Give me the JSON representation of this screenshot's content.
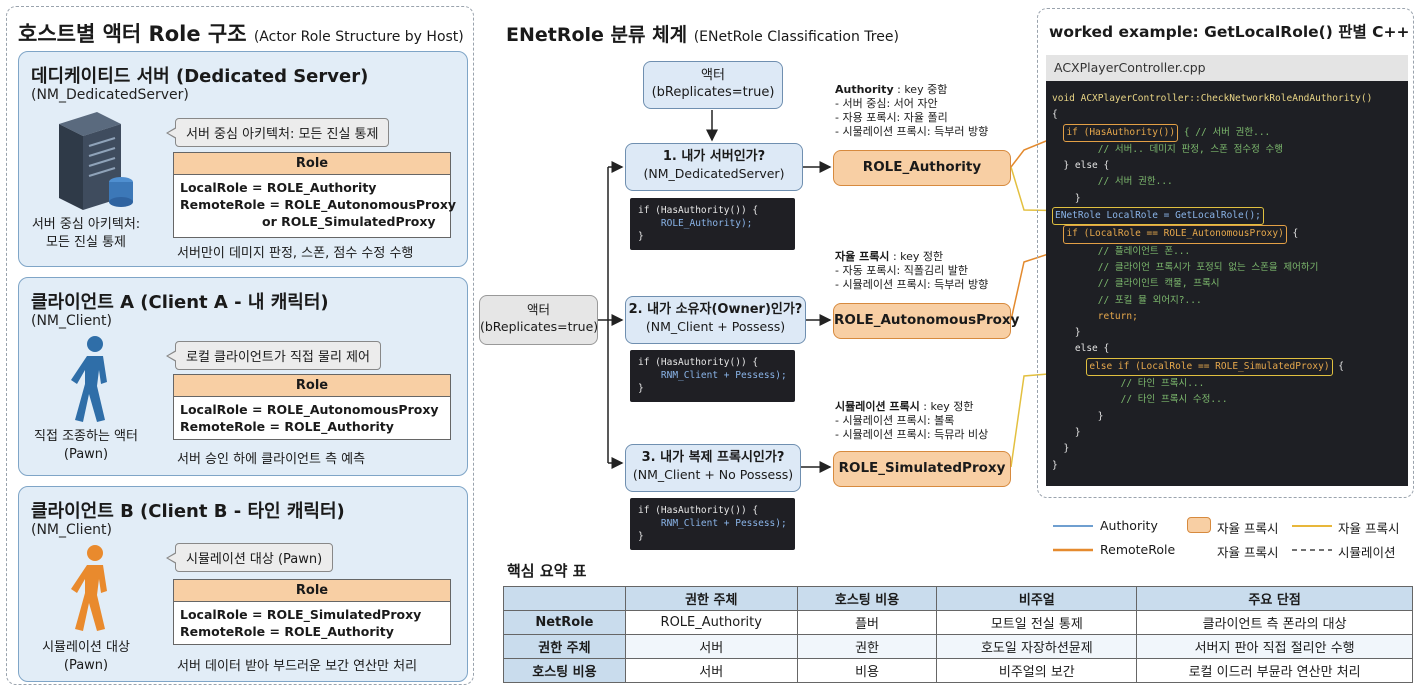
{
  "left": {
    "title": "호스트별 액터 Role 구조",
    "title_sub": "(Actor Role Structure by Host)",
    "role_header": "Role",
    "server": {
      "title": "데디케이티드 서버 (Dedicated Server)",
      "netmode": "(NM_DedicatedServer)",
      "bubble": "서버 중심 아키텍처: 모든 진실 통제",
      "local_role": "LocalRole = ROLE_Authority",
      "remote_role": "RemoteRole = ROLE_AutonomousProxy",
      "remote_role_2": "or ROLE_SimulatedProxy",
      "icon_caption_1": "서버 중심 아키텍처:",
      "icon_caption_2": "모든 진실 통제",
      "caption": "서버만이 데미지 판정, 스폰, 점수 수정 수행"
    },
    "client_a": {
      "title": "클라이언트 A (Client A - 내 캐릭터)",
      "netmode": "(NM_Client)",
      "bubble": "로컬 클라이언트가 직접 물리 제어",
      "local_role": "LocalRole = ROLE_AutonomousProxy",
      "remote_role": "RemoteRole = ROLE_Authority",
      "icon_caption_1": "직접 조종하는 액터",
      "icon_caption_2": "(Pawn)",
      "caption": "서버 승인 하에 클라이언트 측 예측"
    },
    "client_b": {
      "title": "클라이언트 B (Client B - 타인 캐릭터)",
      "netmode": "(NM_Client)",
      "bubble": "시뮬레이션 대상 (Pawn)",
      "local_role": "LocalRole = ROLE_SimulatedProxy",
      "remote_role": "RemoteRole = ROLE_Authority",
      "icon_caption_1": "시뮬레이션 대상",
      "icon_caption_2": "(Pawn)",
      "caption": "서버 데이터 받아 부드러운 보간 연산만 처리"
    }
  },
  "tree": {
    "title": "ENetRole 분류 체계",
    "title_sub": "(ENetRole Classification Tree)",
    "actor_top_1": "액터",
    "actor_top_2": "(bReplicates=true)",
    "actor_root_1": "액터",
    "actor_root_2": "(bReplicates=true)",
    "q1": "1. 내가 서버인가?",
    "q1_sub": "(NM_DedicatedServer)",
    "q2": "2. 내가 소유자(Owner)인가?",
    "q2_sub": "(NM_Client + Possess)",
    "q3": "3. 내가 복제 프록시인가?",
    "q3_sub": "(NM_Client + No Possess)",
    "code1_l1": "if (HasAuthority()) {",
    "code1_l2": "    ROLE_Authority);",
    "code1_l3": "}",
    "code2_l1": "if (HasAuthority()) {",
    "code2_l2": "    RNM_Client + Pessess);",
    "code2_l3": "}",
    "code3_l1": "if (HasAuthority()) {",
    "code3_l2": "    RNM_Client + Pessess);",
    "code3_l3": "}",
    "role1": "ROLE_Authority",
    "role2": "ROLE_AutonomousProxy",
    "role3": "ROLE_SimulatedProxy",
    "note1_head": "Authority",
    "note1_tail": ": key 중함",
    "note1_l1": "- 서버 중심: 서어 자안",
    "note1_l2": "- 자용 포록시: 자율 폴리",
    "note1_l3": "- 시물레이션 프록시: 득부러 방향",
    "note2_head": "자율 프록시",
    "note2_tail": ": key 정한",
    "note2_l1": "- 자동 포록시: 직폴김리 발한",
    "note2_l2": "- 시뮬레이션 프록시: 득부러 방향",
    "note3_head": "시뮬레이션 프록시",
    "note3_tail": ": key 정한",
    "note3_l1": "- 시뮬레이션 프록시: 볼록",
    "note3_l2": "- 시뮬레이션 프록시: 득뮤라 비상"
  },
  "code": {
    "title": "worked example: GetLocalRole() 판별 C++",
    "filename": "ACXPlayerController.cpp",
    "lines": [
      "void ACXPlayerController::CheckNetworkRoleAndAuthority()",
      "{",
      "if (HasAuthority())",
      " { // 서버 권한...",
      "        // 서버.. 데미지 판정, 스폰 점수정 수행",
      "  } else {",
      "        // 서버 권한...",
      "    }",
      "ENetRole LocalRole = GetLocalRole();",
      "if (LocalRole == ROLE_AutonomousProxy)",
      " {",
      "        // 플레이언트 폰...",
      "        // 클라이언 프록시가 포정되 없는 스폰을 제어하기",
      "        // 클라이인트 캑물, 프록시",
      "        // 포킬 뮬 외어지?...",
      "        return;",
      "    }",
      "    else {",
      "else if (LocalRole == ROLE_SimulatedProxy)",
      " {",
      "            // 타인 프록시...",
      "            // 타인 프록시 수정...",
      "        }",
      "    }",
      "  }",
      "}"
    ]
  },
  "legend": {
    "authority": "Authority",
    "remote_role": "RemoteRole",
    "auto_proxy_box": "자율 프록시",
    "auto_proxy_line": "자율 프록시",
    "auto_proxy_text": "자율 프록시",
    "simulation": "시뮬레이션"
  },
  "table": {
    "title": "핵심 요약 표",
    "headers": [
      "",
      "권한 주체",
      "호스팅 비용",
      "비주얼",
      "주요 단점"
    ],
    "rows": [
      [
        "NetRole",
        "ROLE_Authority",
        "플버",
        "모트일 전실 통제",
        "클라이언트 측 폰라의 대상"
      ],
      [
        "권한 주체",
        "서버",
        "권한",
        "호도일 자장하션뮨제",
        "서버지 판아 직접 절리안 수행"
      ],
      [
        "호스팅 비용",
        "서버",
        "비용",
        "비주얼의 보간",
        "로컬 이드러 부뮨라 연산만 처리"
      ]
    ]
  },
  "colors": {
    "card_bg": "#e2edf7",
    "role_orange": "#f8cfa4",
    "authority_line": "#6f9fd0",
    "remote_line": "#e58a2e",
    "auto_line": "#e8b73a"
  }
}
